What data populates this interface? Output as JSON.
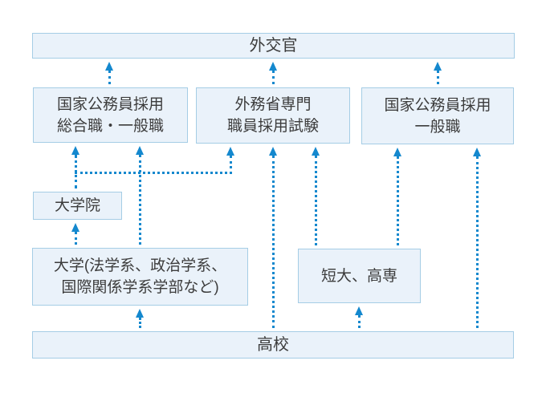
{
  "diagram": {
    "background": "#ffffff",
    "colors": {
      "node_fill": "#eaf2fa",
      "node_border": "#a5cde5",
      "arrow": "#1488ce",
      "text": "#3c3c3c"
    },
    "nodes": {
      "gaikokan": {
        "label": "外交官"
      },
      "sogo_ippan": {
        "label": "国家公務員採用\n総合職・一般職"
      },
      "senmonshoku": {
        "label": "外務省専門\n職員採用試験"
      },
      "ippan": {
        "label": "国家公務員採用\n一般職"
      },
      "daigakuin": {
        "label": "大学院"
      },
      "daigaku": {
        "label": "大学(法学系、政治学系、\n国際関係学系学部など)"
      },
      "tandai_kosen": {
        "label": "短大、高専"
      },
      "koko": {
        "label": "高校"
      }
    },
    "edges": [
      {
        "from": "国家公務員採用総合職・一般職",
        "to": "外交官"
      },
      {
        "from": "外務省専門職員採用試験",
        "to": "外交官"
      },
      {
        "from": "国家公務員採用一般職",
        "to": "外交官"
      },
      {
        "from": "大学院",
        "to": "国家公務員採用総合職・一般職"
      },
      {
        "from": "大学",
        "to": "国家公務員採用総合職・一般職"
      },
      {
        "from": "大学院",
        "to": "外務省専門職員採用試験"
      },
      {
        "from": "高校",
        "to": "外務省専門職員採用試験"
      },
      {
        "from": "短大、高専",
        "to": "外務省専門職員採用試験"
      },
      {
        "from": "短大、高専",
        "to": "国家公務員採用一般職"
      },
      {
        "from": "高校",
        "to": "国家公務員採用一般職"
      },
      {
        "from": "大学",
        "to": "大学院"
      },
      {
        "from": "高校",
        "to": "大学"
      },
      {
        "from": "高校",
        "to": "短大、高専"
      }
    ]
  }
}
